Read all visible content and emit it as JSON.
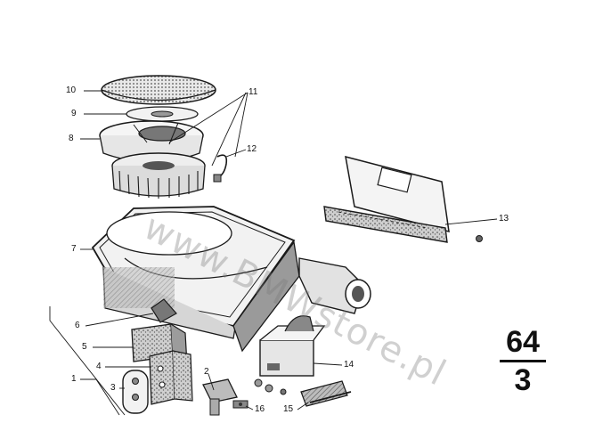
{
  "diagram": {
    "callouts": [
      {
        "id": "c1",
        "label": "1"
      },
      {
        "id": "c2",
        "label": "2"
      },
      {
        "id": "c3",
        "label": "3"
      },
      {
        "id": "c4",
        "label": "4"
      },
      {
        "id": "c5",
        "label": "5"
      },
      {
        "id": "c6",
        "label": "6"
      },
      {
        "id": "c7",
        "label": "7"
      },
      {
        "id": "c8",
        "label": "8"
      },
      {
        "id": "c9",
        "label": "9"
      },
      {
        "id": "c10",
        "label": "10"
      },
      {
        "id": "c11",
        "label": "11"
      },
      {
        "id": "c12",
        "label": "12"
      },
      {
        "id": "c13",
        "label": "13"
      },
      {
        "id": "c14",
        "label": "14"
      },
      {
        "id": "c15",
        "label": "15"
      },
      {
        "id": "c16",
        "label": "16"
      }
    ],
    "section_code": {
      "top": "64",
      "bottom": "3"
    },
    "watermark": "www.BMWstore.pl"
  },
  "colors": {
    "line": "#1a1a1a",
    "shade": "#6a6a6a",
    "background": "#ffffff",
    "watermark": "#8a8a8a"
  }
}
